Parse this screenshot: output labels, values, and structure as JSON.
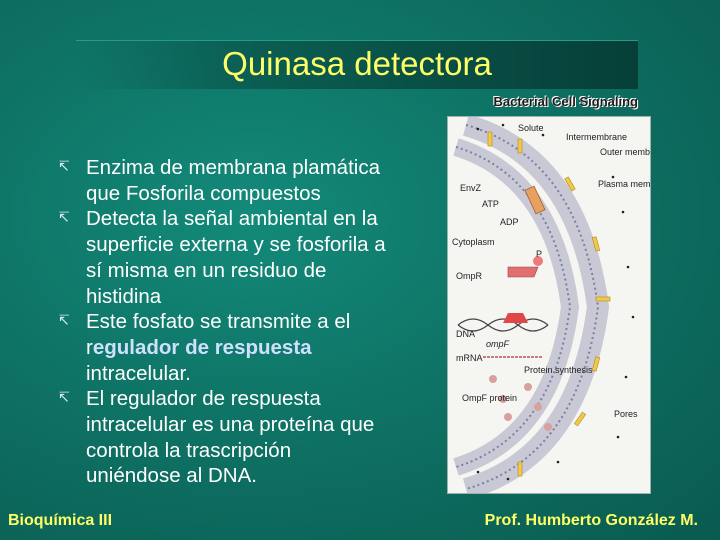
{
  "slide": {
    "title": "Quinasa detectora",
    "bullets": [
      {
        "text": "Enzima de membrana plamática que Fosforila compuestos"
      },
      {
        "text": "Detecta la señal ambiental en la superficie externa y se fosforila a sí misma en un residuo de histidina"
      },
      {
        "pre": "Este fosfato se transmite a el r",
        "highlight": "egulador de respuesta",
        "post": " intracelular."
      },
      {
        "text": "El regulador de respuesta intracelular es una proteína que controla la trascripción uniéndose al DNA."
      }
    ],
    "footer_left": "Bioquímica III",
    "footer_right": "Prof. Humberto González M."
  },
  "figure": {
    "caption": "Bacterial Cell Signaling",
    "labels": {
      "solute": "Solute",
      "intermembrane": "Intermembrane",
      "outer_membrane": "Outer membrane",
      "plasma_membrane": "Plasma membrane",
      "envz": "EnvZ",
      "atp": "ATP",
      "adp": "ADP",
      "cytoplasm": "Cytoplasm",
      "p": "P",
      "ompr": "OmpR",
      "dna": "DNA",
      "ompf_gene": "ompF",
      "mrna": "mRNA",
      "protein_synthesis": "Protein synthesis",
      "ompf_protein": "OmpF protein",
      "pores": "Pores"
    }
  },
  "colors": {
    "background": "#0e7365",
    "title": "#ffff66",
    "text": "#ffffff",
    "highlight": "#cfe0ff"
  }
}
